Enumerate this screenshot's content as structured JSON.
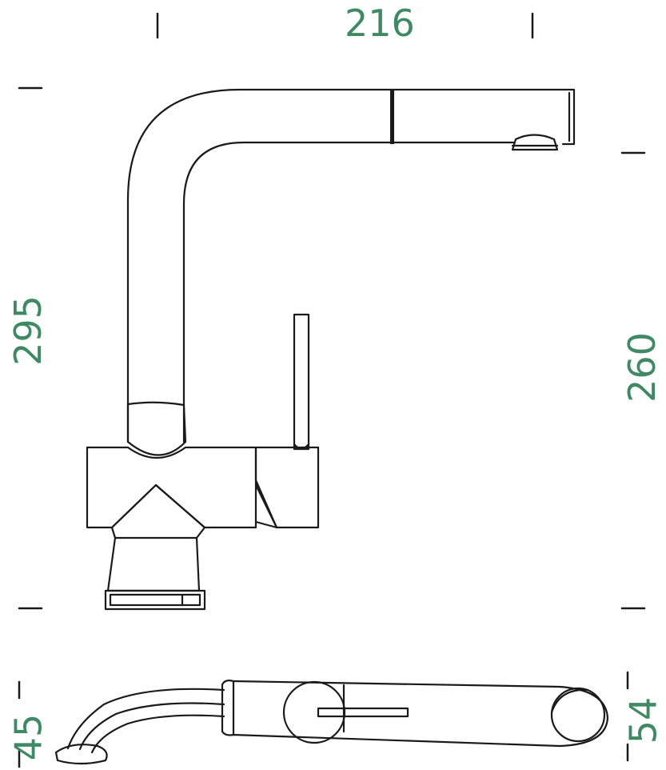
{
  "colors": {
    "line": "#1a1a1a",
    "dimension_text": "#3f8a64"
  },
  "dimensions": {
    "width": "216",
    "total_height": "295",
    "spout_height": "260",
    "left_base_radius": "45",
    "right_base_radius": "54"
  }
}
